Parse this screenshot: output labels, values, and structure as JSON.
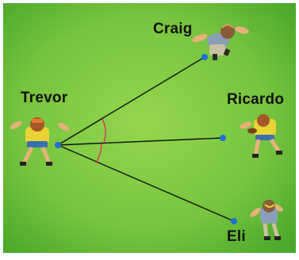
{
  "colors": {
    "field_light": "#8fd24a",
    "field_dark": "#4fae2a",
    "line": "#111111",
    "point": "#1f6fd1",
    "angle_arc": "#d9345a"
  },
  "players": {
    "trevor": {
      "name": "Trevor"
    },
    "craig": {
      "name": "Craig"
    },
    "ricardo": {
      "name": "Ricardo"
    },
    "eli": {
      "name": "Eli"
    }
  }
}
